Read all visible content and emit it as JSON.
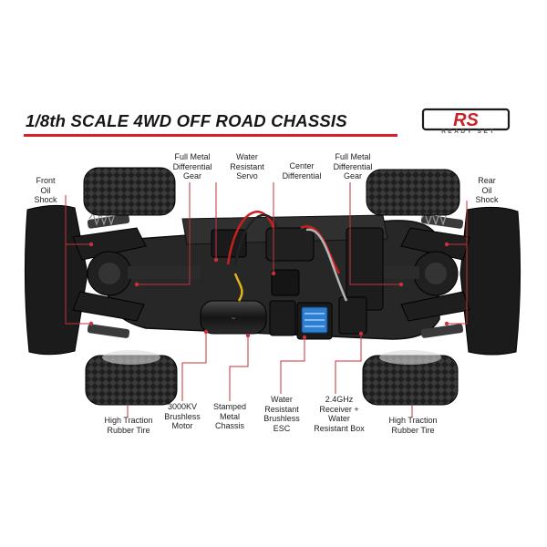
{
  "header": {
    "title": "1/8th SCALE 4WD OFF ROAD CHASSIS",
    "logo_mark": "RS",
    "logo_sub": "READY SET"
  },
  "callouts": {
    "front_oil_shock": "Front\nOil\nShock",
    "full_metal_diff_front": "Full Metal\nDifferential\nGear",
    "water_resistant_servo": "Water\nResistant\nServo",
    "center_differential": "Center\nDifferential",
    "full_metal_diff_rear": "Full Metal\nDifferential\nGear",
    "rear_oil_shock": "Rear\nOil\nShock",
    "front_tire": "High Traction\nRubber Tire",
    "motor": "3000KV\nBrushless\nMotor",
    "chassis": "Stamped\nMetal\nChassis",
    "esc": "Water\nResistant\nBrushless\nESC",
    "receiver": "2.4GHz\nReceiver +\nWater\nResistant Box",
    "rear_tire": "High Traction\nRubber Tire"
  },
  "colors": {
    "accent": "#d3222a",
    "leader": "#c8323a",
    "tire": "#1c1c1c",
    "chassis": "#2a2a2a",
    "esc_fan": "#2f7fd0"
  }
}
